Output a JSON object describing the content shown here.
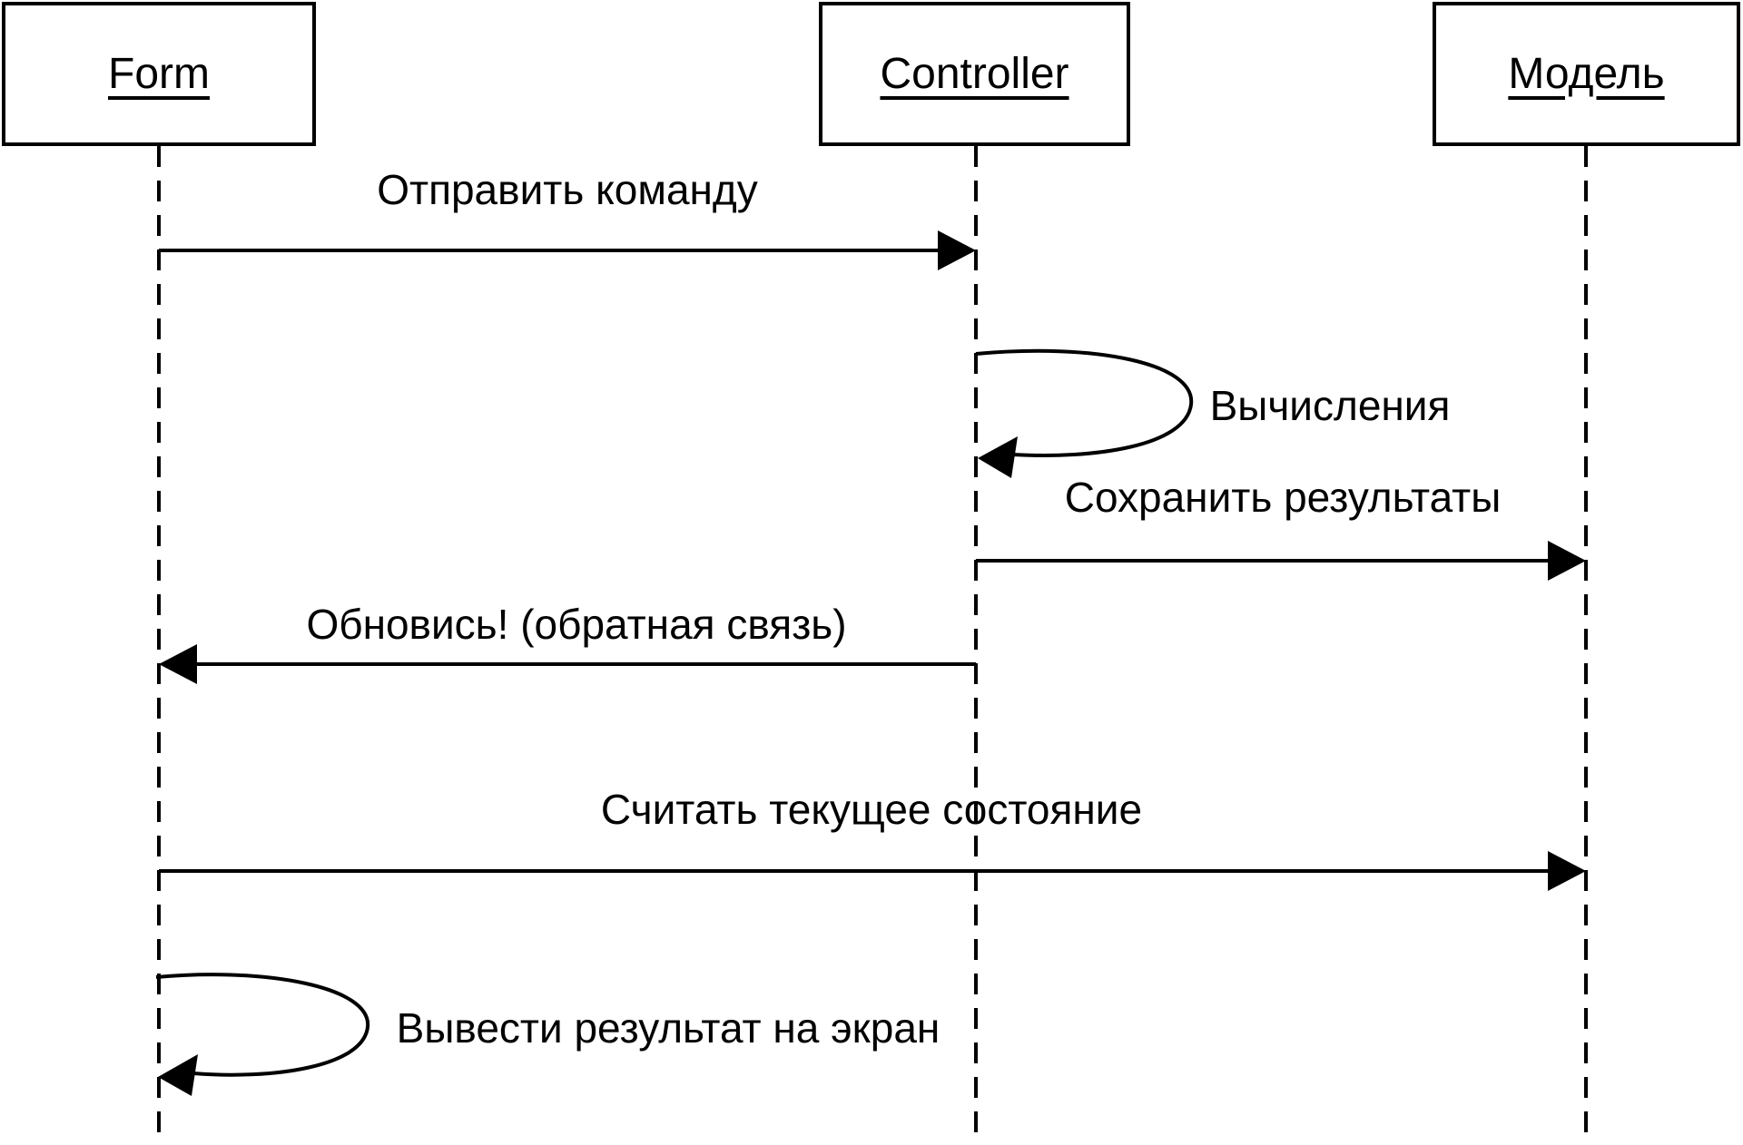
{
  "diagram": {
    "type": "uml-sequence-diagram",
    "actors": [
      {
        "id": "form",
        "label": "Form"
      },
      {
        "id": "controller",
        "label": "Controller"
      },
      {
        "id": "model",
        "label": "Модель"
      }
    ],
    "messages": [
      {
        "label": "Отправить команду",
        "from": "Form",
        "to": "Controller",
        "kind": "solid-arrow"
      },
      {
        "label": "Вычисления",
        "from": "Controller",
        "to": "Controller",
        "kind": "self-loop"
      },
      {
        "label": "Сохранить результаты",
        "from": "Controller",
        "to": "Модель",
        "kind": "solid-arrow"
      },
      {
        "label": "Обновись! (обратная связь)",
        "from": "Controller",
        "to": "Form",
        "kind": "solid-arrow"
      },
      {
        "label": "Считать текущее состояние",
        "from": "Form",
        "to": "Модель",
        "kind": "solid-arrow"
      },
      {
        "label": "Вывести результат на экран",
        "from": "Form",
        "to": "Form",
        "kind": "self-loop"
      }
    ],
    "colors": {
      "line": "#000000",
      "text": "#000000",
      "background": "#ffffff"
    }
  }
}
